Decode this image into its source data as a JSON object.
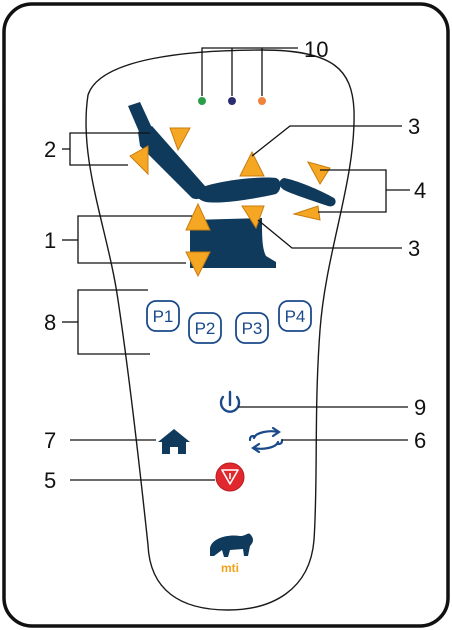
{
  "callouts": {
    "c1": "1",
    "c2": "2",
    "c3a": "3",
    "c3b": "3",
    "c4": "4",
    "c5": "5",
    "c6": "6",
    "c7": "7",
    "c8": "8",
    "c9": "9",
    "c10": "10"
  },
  "presets": [
    "P1",
    "P2",
    "P3",
    "P4"
  ],
  "brand": {
    "text": "mti",
    "logo_icon": "bear-icon"
  },
  "buttons": {
    "power_icon": "power-icon",
    "home_icon": "home-icon",
    "stop_icon": "emergency-stop-icon",
    "cycle_icon": "cycle-icon"
  },
  "indicators": [
    {
      "name": "indicator-green",
      "color": "#2a9d4b"
    },
    {
      "name": "indicator-blue",
      "color": "#2b2e6e"
    },
    {
      "name": "indicator-orange",
      "color": "#f0823c"
    }
  ],
  "colors": {
    "accent": "#f5a623",
    "chair": "#0f3a5c",
    "stop": "#e0282e",
    "outline": "#1b4a8a"
  }
}
